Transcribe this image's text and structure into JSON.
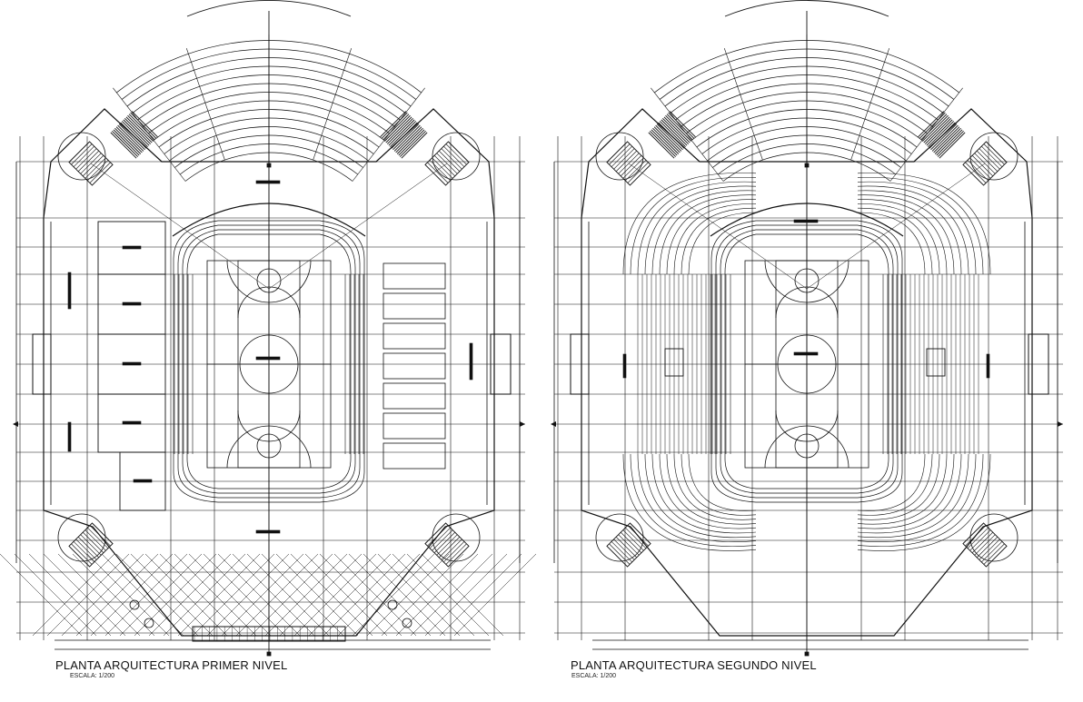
{
  "plans": [
    {
      "title": "PLANTA ARQUITECTURA PRIMER NIVEL",
      "scale": "ESCALA: 1/200"
    },
    {
      "title": "PLANTA ARQUITECTURA SEGUNDO NIVEL",
      "scale": "ESCALA: 1/200"
    }
  ],
  "colors": {
    "ink": "#111111",
    "background": "#ffffff"
  }
}
